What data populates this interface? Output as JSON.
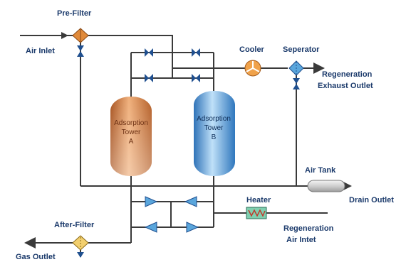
{
  "labels": {
    "pre_filter": "Pre-Filter",
    "air_inlet": "Air Inlet",
    "cooler": "Cooler",
    "separator": "Seperator",
    "regen_exhaust_1": "Regeneration",
    "regen_exhaust_2": "Exhaust Outlet",
    "air_tank": "Air Tank",
    "drain_outlet": "Drain Outlet",
    "heater": "Heater",
    "regen_air_1": "Regeneration",
    "regen_air_2": "Air Intet",
    "after_filter": "After-Filter",
    "gas_outlet": "Gas Outlet"
  },
  "tower_a": {
    "line1": "Adsorption",
    "line2": "Tower",
    "line3": "A"
  },
  "tower_b": {
    "line1": "Adsorption",
    "line2": "Tower",
    "line3": "B"
  },
  "colors": {
    "pipe": "#3a3a3a",
    "label": "#1b3a6b",
    "tower_a": "#c8743a",
    "tower_b": "#3b86c4",
    "valve": "#1f4f8f",
    "filter": "#e08a3a"
  }
}
